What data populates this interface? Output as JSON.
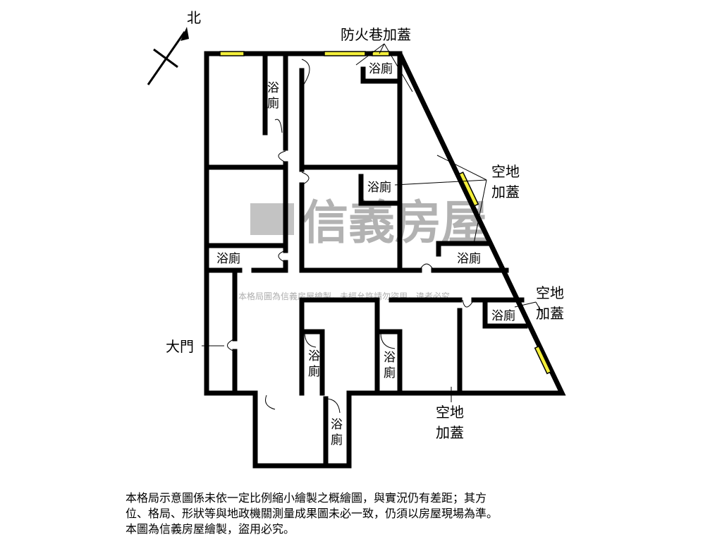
{
  "compass": {
    "north_label": "北"
  },
  "labels": {
    "fire_lane": "防火巷加蓋",
    "bath": "浴廁",
    "bath_v1": "浴",
    "bath_v2": "廁",
    "open_space_1a": "空地",
    "open_space_1b": "加蓋",
    "open_space_2a": "空地",
    "open_space_2b": "加蓋",
    "open_space_3a": "空地",
    "open_space_3b": "加蓋",
    "main_door": "大門"
  },
  "watermark": {
    "brand": "信義房屋",
    "notice": "本格局圖為信義房屋繪製，未經允許請勿盜用，違者必究"
  },
  "disclaimer": {
    "line1": "本格局示意圖係未依一定比例縮小繪製之概繪圖，與實況仍有差距；其方",
    "line2": "位、格局、形狀等與地政機關測量成果圖未必一致，仍須以房屋現場為準。",
    "line3": "本圖為信義房屋繪製，盜用必究。"
  }
}
